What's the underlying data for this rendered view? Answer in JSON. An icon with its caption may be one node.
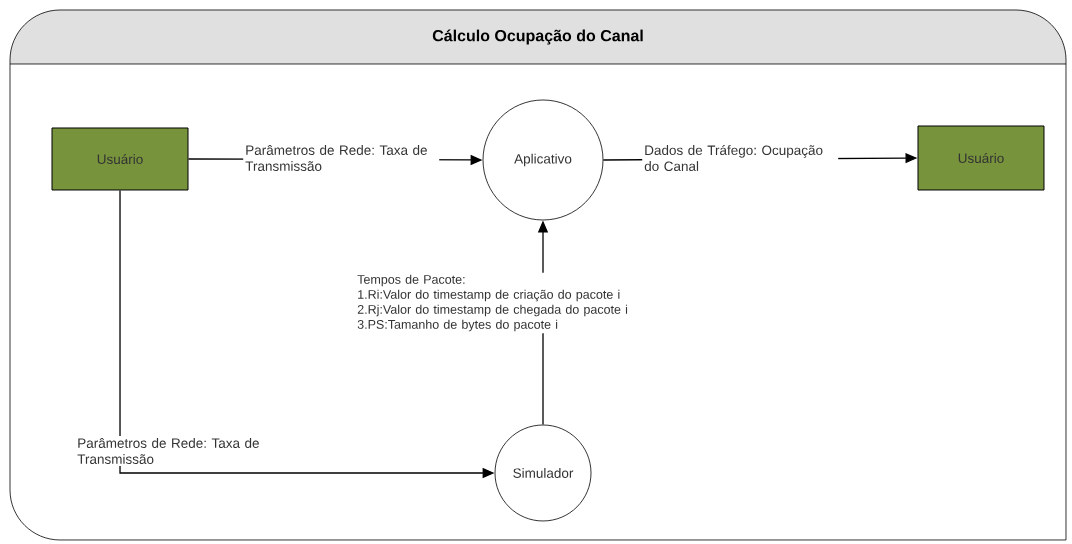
{
  "diagram": {
    "nodes": [
      {
        "text": [
          "Cálculo Ocupação do Canal"
        ]
      },
      {
        "text": [
          "Usuário"
        ],
        "in": 0
      },
      {
        "text": [
          "Aplicativo"
        ],
        "in": 0
      },
      {
        "text": [
          "Usuário"
        ],
        "in": 0
      },
      {
        "text": [
          "Simulador"
        ],
        "in": 0
      }
    ],
    "edges": [
      {
        "from": 1,
        "to": 2,
        "arrow": "to",
        "label": "Parâmetros de Rede: Taxa de Transmissão"
      },
      {
        "from": 2,
        "to": 3,
        "arrow": "to",
        "label": "Dados de Tráfego: Ocupação do Canal"
      },
      {
        "from": 4,
        "to": 2,
        "arrow": "to",
        "label": "Tempos de Pacote: 1.Ri:Valor do timestamp de criação do pacote i 2.Rj:Valor do timestamp de chegada do pacote i 3.PS:Tamanho de bytes do pacote i"
      },
      {
        "from": 1,
        "to": 4,
        "arrow": "to",
        "label": "Parâmetros de Rede: Taxa de Transmissão"
      }
    ]
  }
}
